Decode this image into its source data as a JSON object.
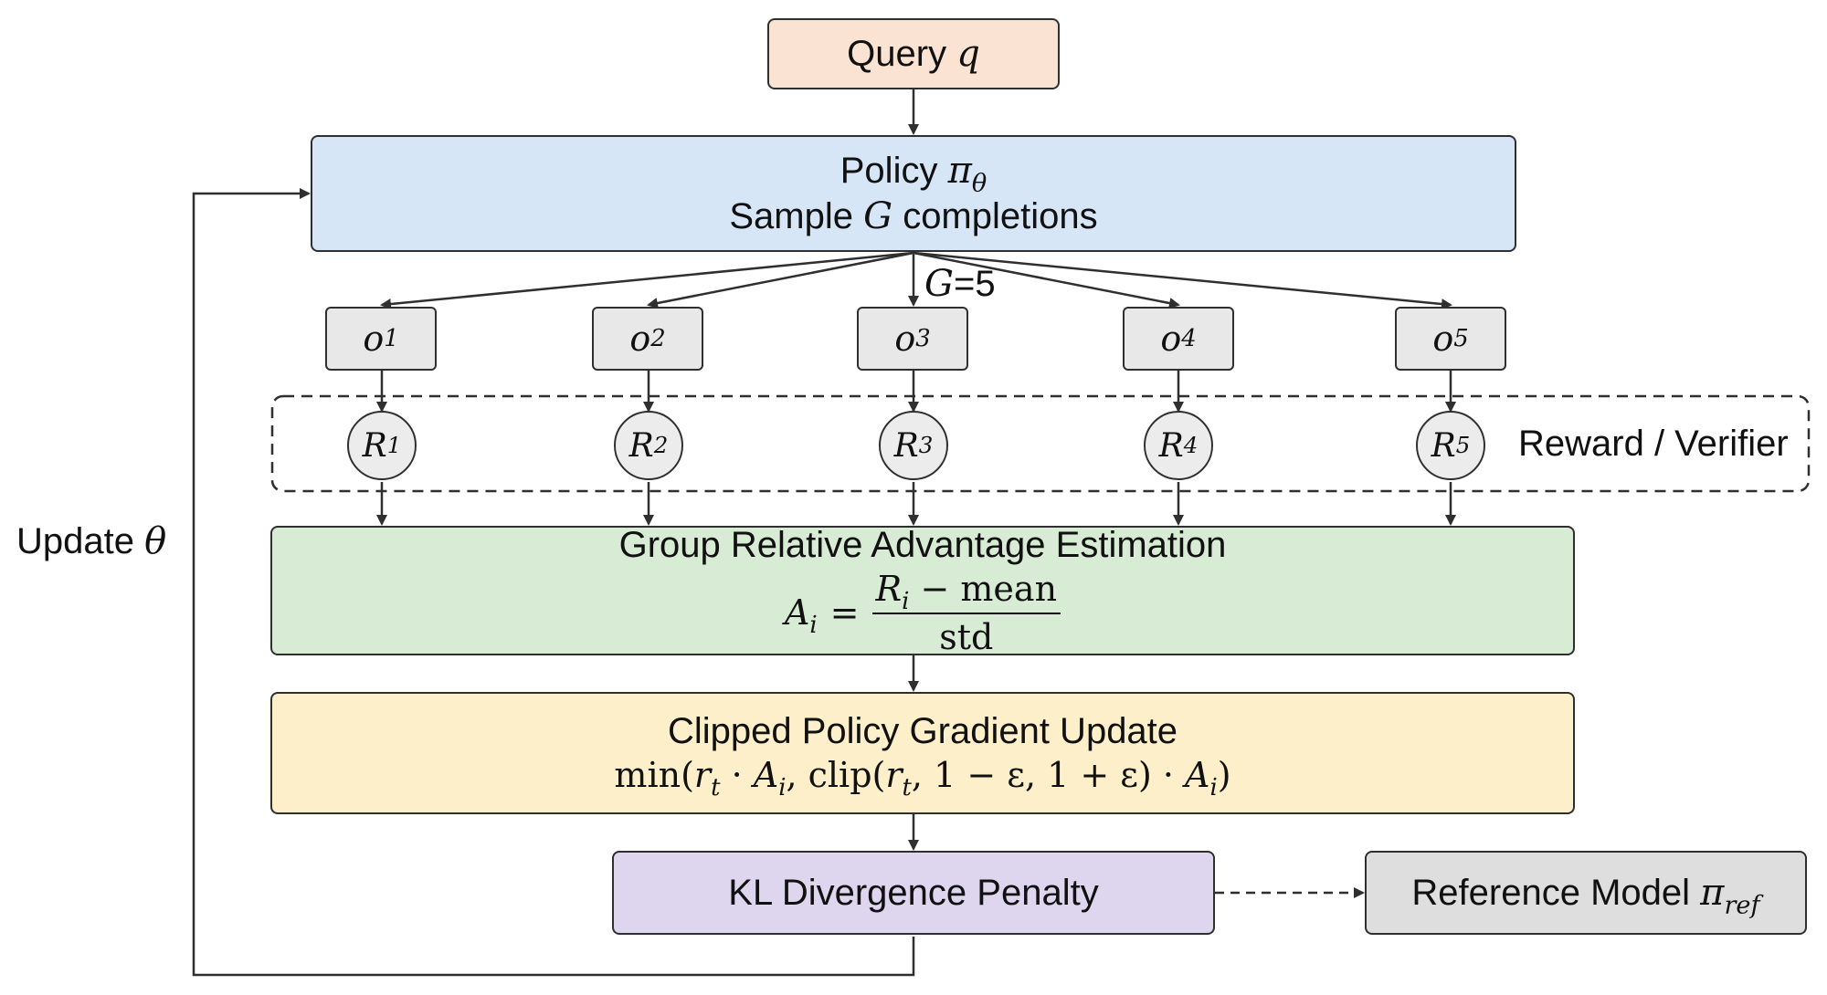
{
  "query": {
    "text": "Query",
    "var": "q",
    "color": "#fbe3d3"
  },
  "policy": {
    "line1_text": "Policy",
    "line1_var": "π",
    "line1_sub": "θ",
    "line2_pre": "Sample",
    "line2_var": "G",
    "line2_post": "completions",
    "color": "#d6e6f6"
  },
  "group_size_label": {
    "var": "G",
    "value": "=5"
  },
  "outputs": [
    {
      "var": "o",
      "sub": "1"
    },
    {
      "var": "o",
      "sub": "2"
    },
    {
      "var": "o",
      "sub": "3"
    },
    {
      "var": "o",
      "sub": "4"
    },
    {
      "var": "o",
      "sub": "5"
    }
  ],
  "rewards": [
    {
      "var": "R",
      "sub": "1"
    },
    {
      "var": "R",
      "sub": "2"
    },
    {
      "var": "R",
      "sub": "3"
    },
    {
      "var": "R",
      "sub": "4"
    },
    {
      "var": "R",
      "sub": "5"
    }
  ],
  "reward_group_label": "Reward / Verifier",
  "advantage": {
    "title": "Group Relative Advantage Estimation",
    "lhs_var": "A",
    "lhs_sub": "i",
    "equals": "=",
    "num_var": "R",
    "num_sub": "i",
    "num_rest": " − mean",
    "den": "std",
    "color": "#d8ebd4"
  },
  "clipped": {
    "title": "Clipped Policy Gradient Update",
    "formula_parts": {
      "p1": "min(",
      "r": "r",
      "t": "t",
      "dot": " · ",
      "A": "A",
      "i": "i",
      "p2": ", clip(",
      "p3": ", 1 − ε, 1 + ε) · ",
      "p4": ")"
    },
    "color": "#fcefc9"
  },
  "kl": {
    "text": "KL Divergence Penalty",
    "color": "#ddd6ee"
  },
  "reference": {
    "text": "Reference Model",
    "var": "π",
    "sub": "ref",
    "color": "#dedede"
  },
  "update_label": {
    "text": "Update",
    "var": "θ"
  },
  "colors": {
    "stroke": "#2f2f2f",
    "output_fill": "#e8e8e8",
    "reward_fill": "#ececec"
  }
}
